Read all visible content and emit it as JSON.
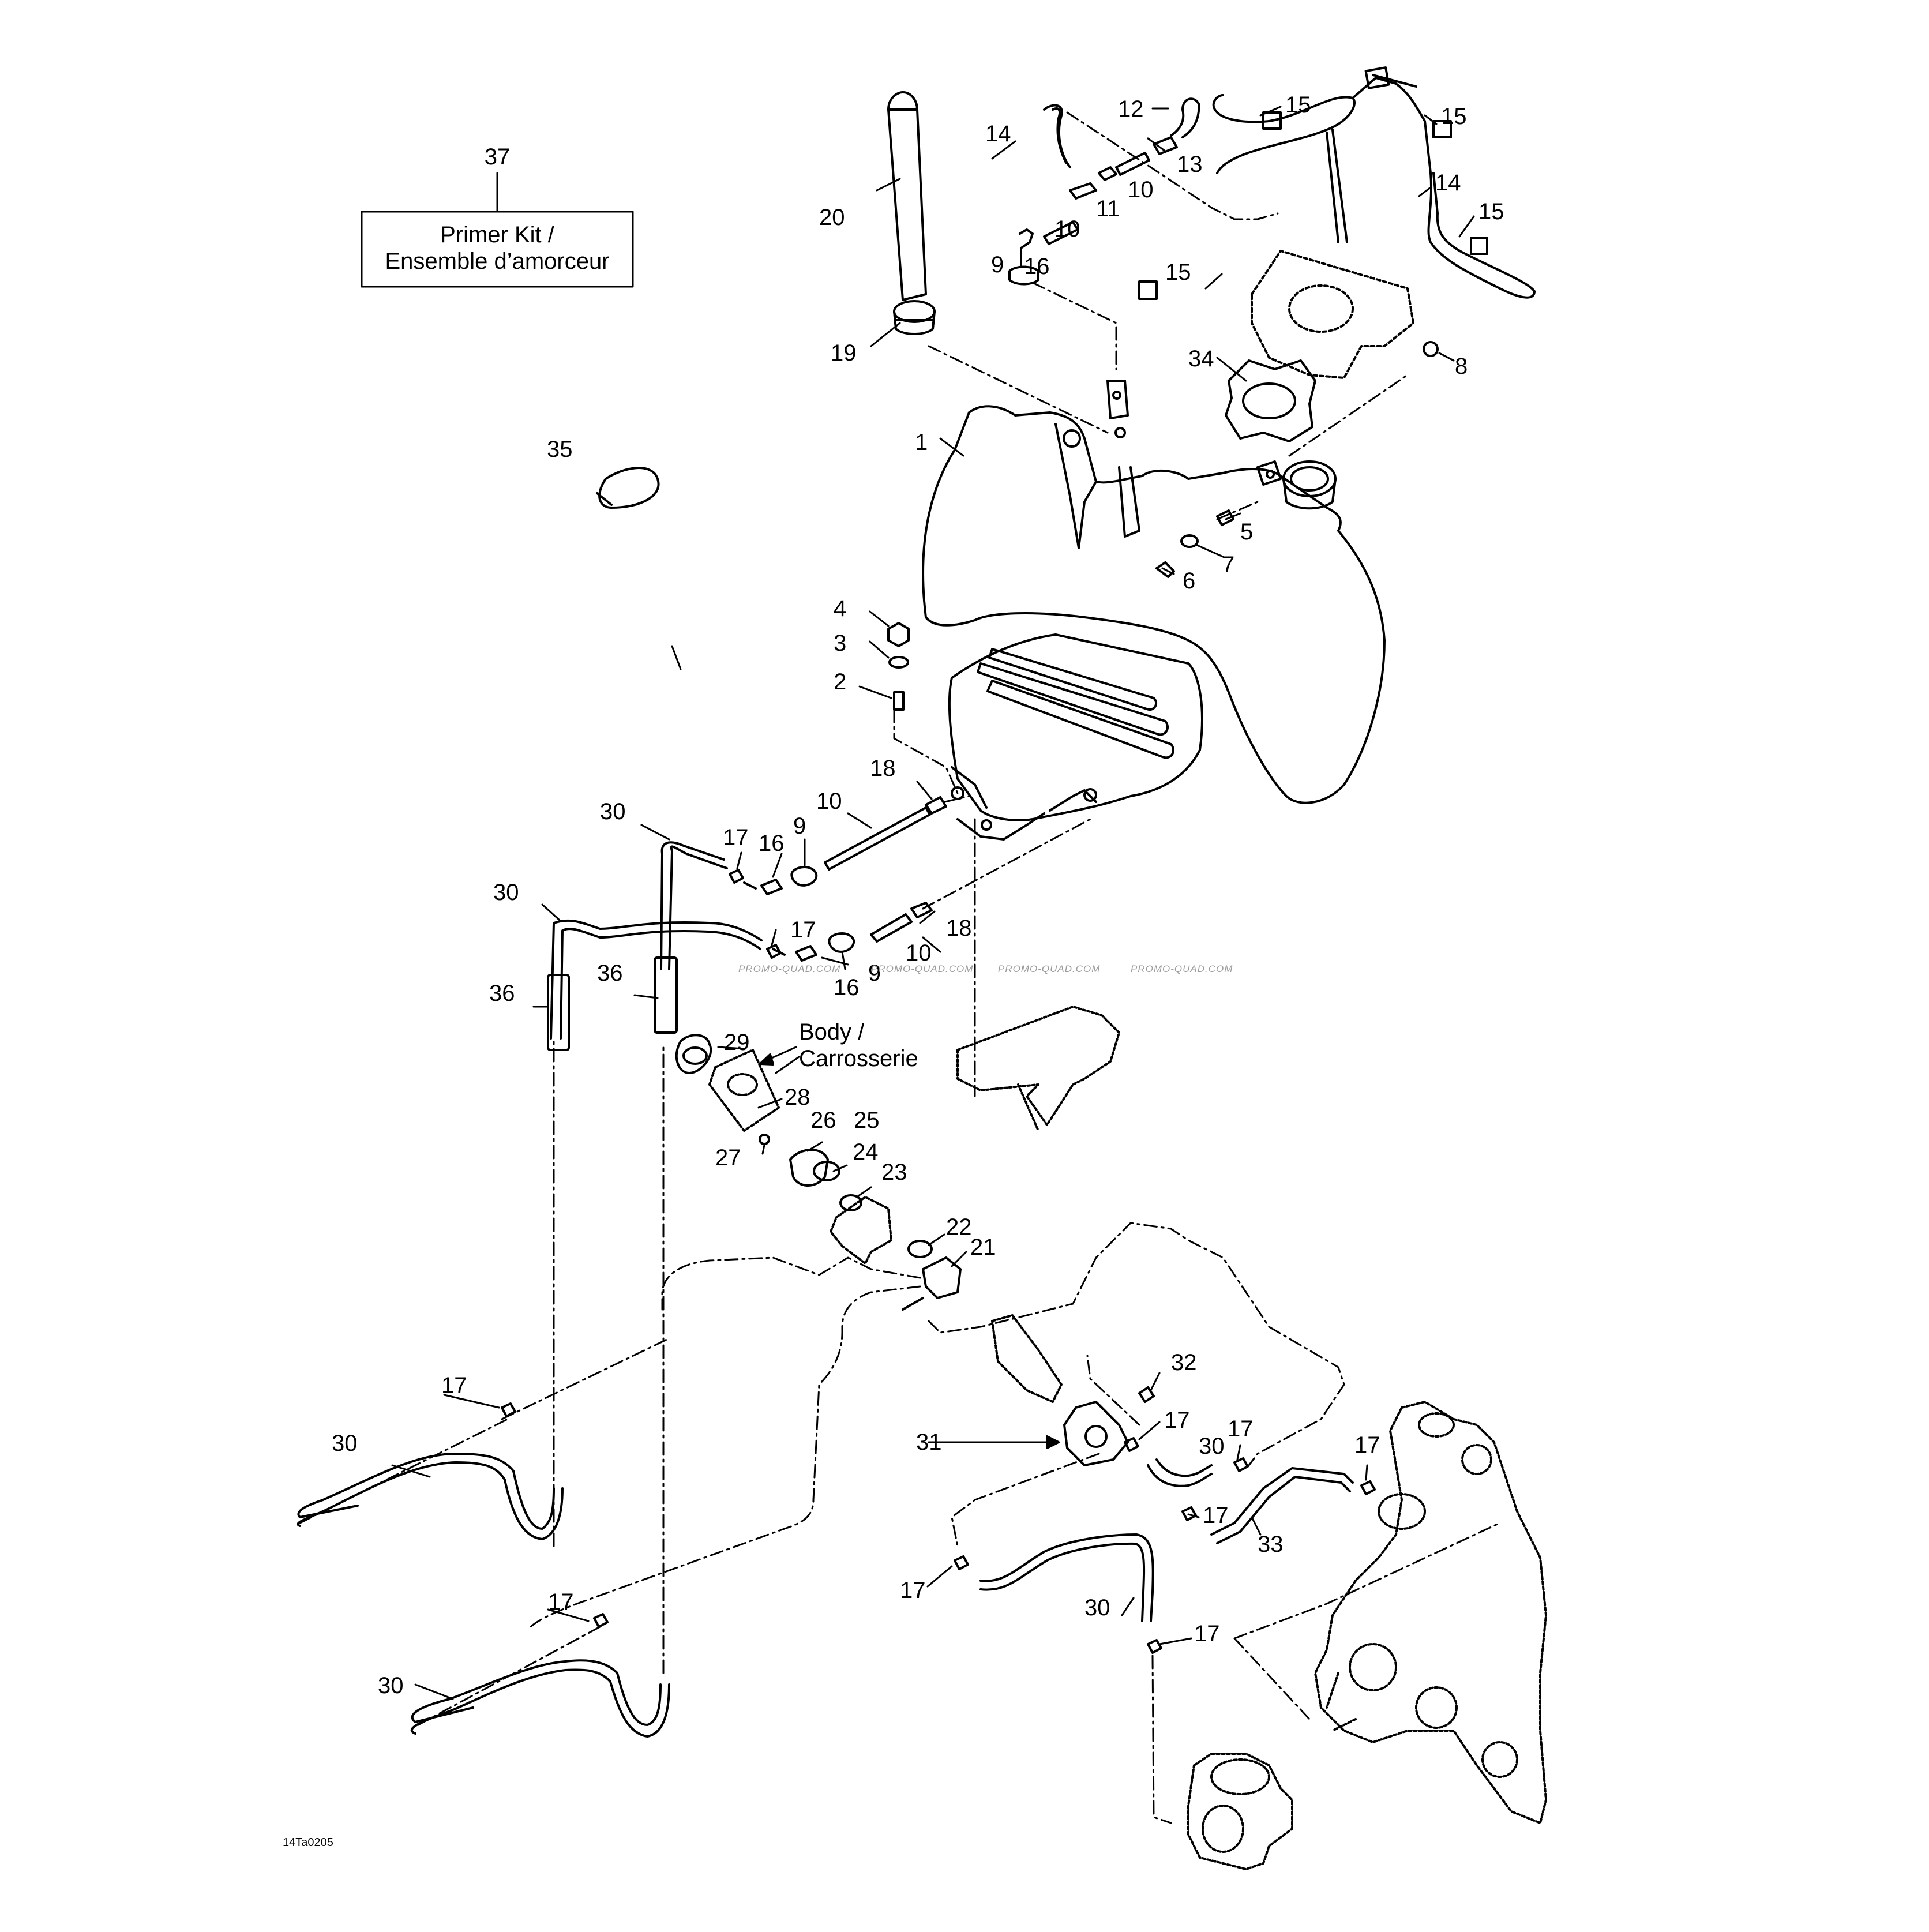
{
  "diagram": {
    "figure_code": "14Ta0205",
    "watermark": "PROMO-QUAD.COM",
    "primer_kit": {
      "number": "37",
      "line1": "Primer Kit /",
      "line2": "Ensemble d’amorceur"
    },
    "body_note": {
      "line1": "Body /",
      "line2": "Carrosserie"
    },
    "part_numbers": {
      "p1": "1",
      "p2": "2",
      "p3": "3",
      "p4": "4",
      "p5": "5",
      "p6": "6",
      "p7": "7",
      "p8": "8",
      "p9": "9",
      "p10": "10",
      "p11": "11",
      "p12": "12",
      "p13": "13",
      "p14": "14",
      "p15": "15",
      "p16": "16",
      "p17": "17",
      "p18": "18",
      "p19": "19",
      "p20": "20",
      "p21": "21",
      "p22": "22",
      "p23": "23",
      "p24": "24",
      "p25": "25",
      "p26": "26",
      "p27": "27",
      "p28": "28",
      "p29": "29",
      "p30": "30",
      "p31": "31",
      "p32": "32",
      "p33": "33",
      "p34": "34",
      "p35": "35",
      "p36": "36"
    }
  }
}
